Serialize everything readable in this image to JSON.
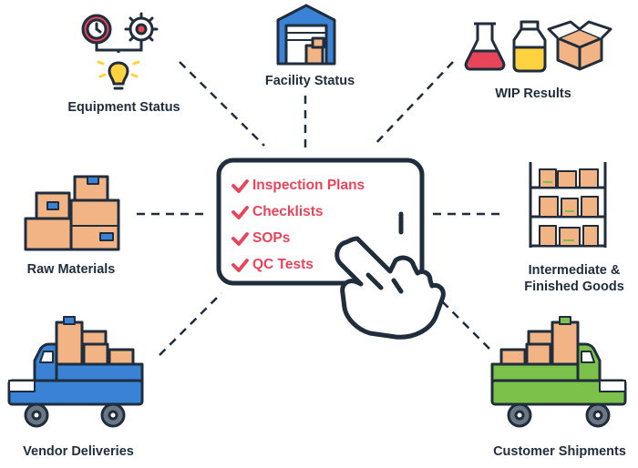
{
  "center_panel": {
    "items": [
      "Inspection Plans",
      "Checklists",
      "SOPs",
      "QC Tests"
    ]
  },
  "nodes": {
    "equipment_status": "Equipment Status",
    "facility_status": "Facility Status",
    "wip_results": "WIP Results",
    "raw_materials": "Raw Materials",
    "intermediate_line1": "Intermediate &",
    "intermediate_line2": "Finished Goods",
    "vendor_deliveries": "Vendor Deliveries",
    "customer_shipments": "Customer Shipments"
  },
  "colors": {
    "outline": "#1f2d3d",
    "check_red": "#e8445a",
    "truck_blue": "#3a82d6",
    "truck_green": "#7cc24a",
    "box_tan": "#f2b485",
    "bulb_yellow": "#ffd23f",
    "flask_pink": "#e8445a",
    "flask_yellow": "#ffd23f"
  },
  "icons": [
    "gears-clock-icon",
    "bulb-icon",
    "warehouse-icon",
    "flask-icon",
    "jar-icon",
    "open-box-icon",
    "boxes-stack-icon",
    "shelf-icon",
    "truck-blue-icon",
    "truck-green-icon",
    "hand-pointer-icon",
    "check-icon"
  ]
}
